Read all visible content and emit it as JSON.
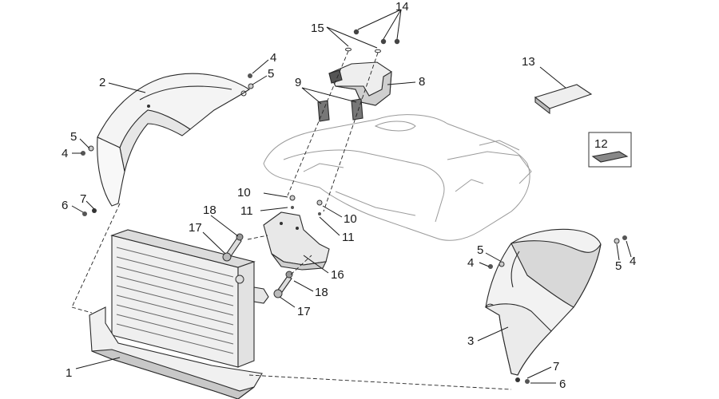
{
  "diagram": {
    "callouts": {
      "c1": "1",
      "c2": "2",
      "c3": "3",
      "c4a": "4",
      "c4b": "4",
      "c4c": "4",
      "c4d": "4",
      "c5a": "5",
      "c5b": "5",
      "c5c": "5",
      "c5d": "5",
      "c6a": "6",
      "c6b": "6",
      "c7a": "7",
      "c7b": "7",
      "c8": "8",
      "c9": "9",
      "c10a": "10",
      "c10b": "10",
      "c11a": "11",
      "c11b": "11",
      "c12": "12",
      "c13": "13",
      "c14": "14",
      "c15": "15",
      "c16": "16",
      "c17a": "17",
      "c17b": "17",
      "c18a": "18",
      "c18b": "18"
    }
  }
}
